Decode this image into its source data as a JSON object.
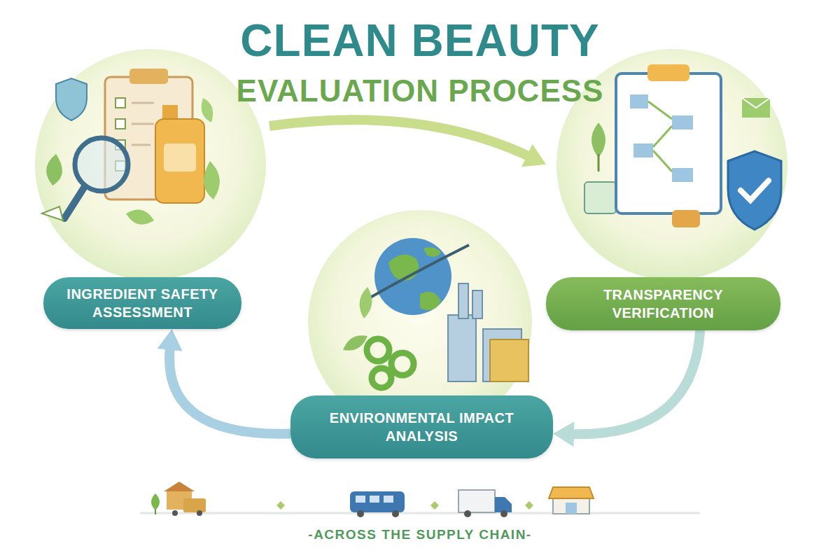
{
  "diagram": {
    "title": "CLEAN BEAUTY",
    "caption": "-ACROSS THE SUPPLY CHAIN-",
    "nodes": [
      {
        "text": [
          "INGREDIENT SAFETY ASSESSMENT"
        ]
      },
      {
        "text": [
          "TRANSPARENCY VERIFICATION"
        ]
      },
      {
        "text": [
          "ENVIRONMENTAL IMPACT ANALYSIS"
        ]
      }
    ],
    "edges": [
      {
        "from": 0,
        "to": 1,
        "arrow": "to"
      },
      {
        "from": 1,
        "to": 2,
        "arrow": "to"
      },
      {
        "from": 2,
        "to": 0,
        "arrow": "to"
      }
    ],
    "labels": [
      "EVALUATION PROCESS"
    ]
  }
}
